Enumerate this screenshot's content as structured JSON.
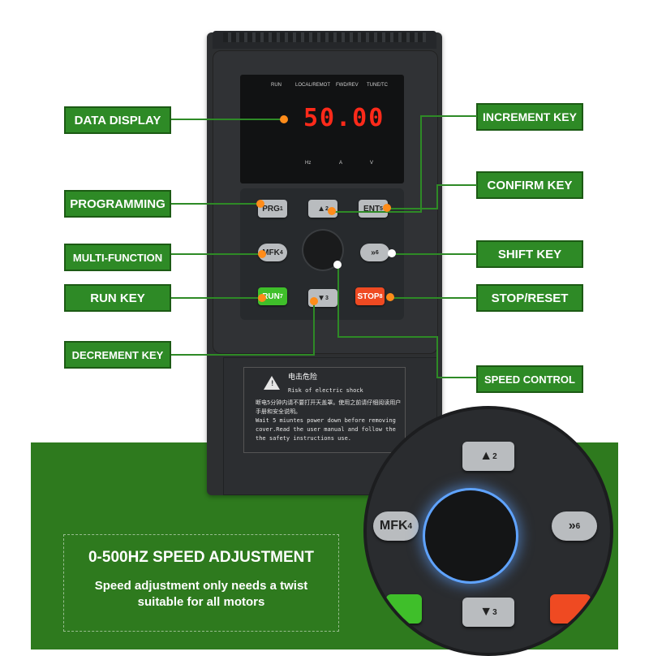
{
  "display": {
    "indicators": [
      "RUN",
      "LOCAL/REMOT",
      "FWD/REV",
      "TUNE/TC"
    ],
    "readout": "50.00",
    "units": [
      "Hz",
      "A",
      "V"
    ]
  },
  "keys": {
    "prg": "PRG",
    "prg_num": "1",
    "up_num": "2",
    "ent": "ENT",
    "ent_num": "5",
    "mfk": "MFK",
    "mfk_num": "4",
    "shift": "»",
    "shift_num": "6",
    "run": "RUN",
    "run_num": "7",
    "down_num": "3",
    "stop": "STOP",
    "stop_num": "8"
  },
  "callouts": {
    "data_display": "DATA DISPLAY",
    "programming": "PROGRAMMING",
    "multi_function": "MULTI-FUNCTION",
    "run_key": "RUN KEY",
    "decrement_key": "DECREMENT KEY",
    "increment_key": "INCREMENT KEY",
    "confirm_key": "CONFIRM KEY",
    "shift_key": "SHIFT KEY",
    "stop_reset": "STOP/RESET",
    "speed_control": "SPEED CONTROL"
  },
  "warning": {
    "title_cn": "电击危险",
    "title_en": "Risk of electric shock",
    "body_cn": "断电5分钟内请不要打开天盖罩。使用之前请仔细阅读用户手册和安全说明。",
    "body_en": "Wait 5 miuntes power down before removing cover.Read the user manual and follow the the safety instructions use."
  },
  "promo": {
    "title": "0-500HZ SPEED ADJUSTMENT",
    "line1": "Speed adjustment only needs a twist",
    "line2": "suitable for all motors"
  },
  "colors": {
    "green": "#2e8a26",
    "run_key": "#3fbf2a",
    "stop_key": "#ef4a22",
    "segment_red": "#ff2a1a",
    "knob_glow": "#5fa3ff"
  }
}
